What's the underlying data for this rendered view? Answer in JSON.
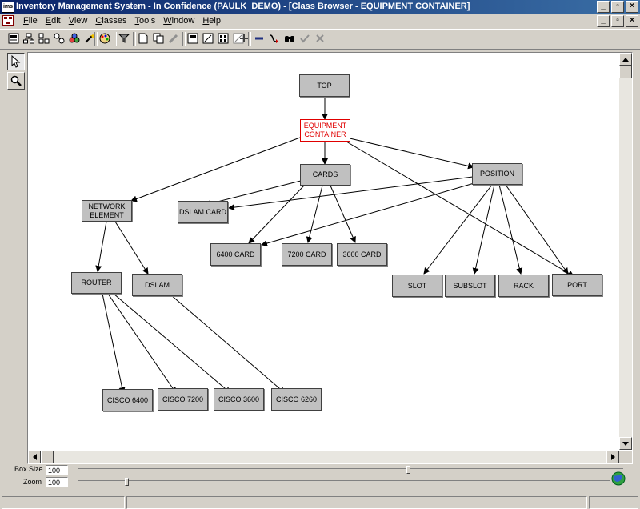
{
  "window": {
    "title": "Inventory Management System - In Confidence (PAULK_DEMO)  - [Class Browser - EQUIPMENT CONTAINER]",
    "app_icon_text": "ims"
  },
  "menu": {
    "items": [
      {
        "key": "F",
        "label": "ile",
        "id": "file"
      },
      {
        "key": "E",
        "label": "dit",
        "id": "edit"
      },
      {
        "key": "V",
        "label": "iew",
        "id": "view"
      },
      {
        "key": "C",
        "label": "lasses",
        "id": "classes"
      },
      {
        "key": "T",
        "label": "ools",
        "id": "tools"
      },
      {
        "key": "W",
        "label": "indow",
        "id": "window"
      },
      {
        "key": "H",
        "label": "elp",
        "id": "help"
      }
    ]
  },
  "toolbar": {
    "icons": [
      "class-icon",
      "hierarchy-icon",
      "tree-icon",
      "network-icon",
      "objects-icon",
      "wand-icon",
      "palette-icon",
      "filter-icon",
      "new-document-icon",
      "copy-icon",
      "edit-pencil-icon",
      "print-icon",
      "print-preview-icon",
      "properties-icon",
      "layout-icon",
      "add-icon",
      "remove-icon",
      "connect-icon",
      "find-icon",
      "check-icon",
      "cancel-icon"
    ]
  },
  "palette": {
    "tools": [
      "pointer-tool-icon",
      "zoom-tool-icon"
    ]
  },
  "diagram": {
    "nodes": {
      "top": "TOP",
      "equipment_container_line1": "EQUIPMENT",
      "equipment_container_line2": "CONTAINER",
      "cards": "CARDS",
      "position": "POSITION",
      "network_element_line1": "NETWORK",
      "network_element_line2": "ELEMENT",
      "dslam_card": "DSLAM CARD",
      "card_6400": "6400 CARD",
      "card_7200": "7200 CARD",
      "card_3600": "3600 CARD",
      "slot": "SLOT",
      "subslot": "SUBSLOT",
      "rack": "RACK",
      "port": "PORT",
      "router": "ROUTER",
      "dslam": "DSLAM",
      "cisco_6400": "CISCO 6400",
      "cisco_7200": "CISCO 7200",
      "cisco_3600": "CISCO 3600",
      "cisco_6260": "CISCO 6260"
    },
    "selected_node": "EQUIPMENT CONTAINER"
  },
  "controls": {
    "box_size_label": "Box Size",
    "box_size_value": "100",
    "zoom_label": "Zoom",
    "zoom_value": "100"
  },
  "colors": {
    "title_start": "#0a246a",
    "title_end": "#3a6ea5",
    "selected": "#e00000",
    "node_fill": "#c0c0c0"
  }
}
